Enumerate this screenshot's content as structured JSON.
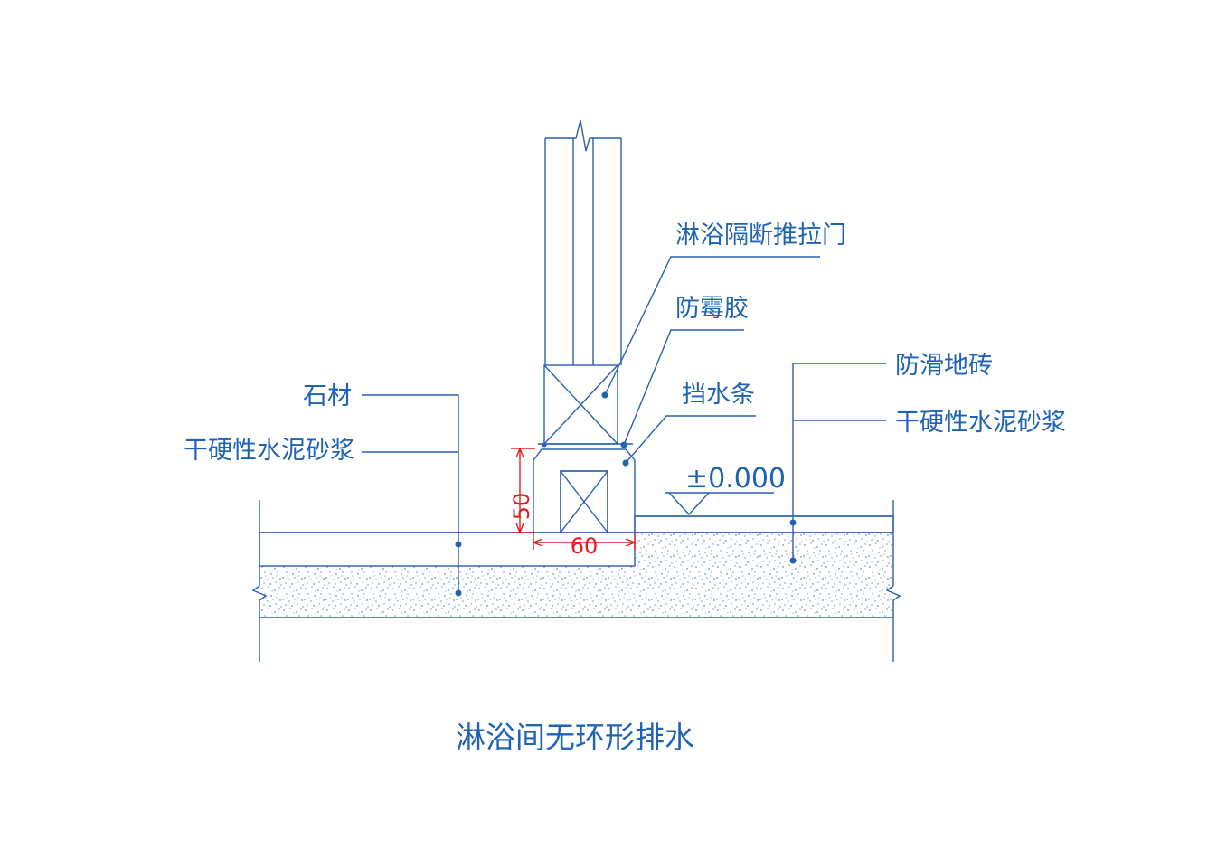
{
  "title": "淋浴间无环形排水",
  "labels": {
    "sliding_door": "淋浴隔断推拉门",
    "mildew_sealant": "防霉胶",
    "water_bar": "挡水条",
    "stone": "石材",
    "mortar_left": "干硬性水泥砂浆",
    "anti_slip_tile": "防滑地砖",
    "mortar_right": "干硬性水泥砂浆"
  },
  "elevation": "±0.000",
  "dimensions": {
    "height": "50",
    "width": "60"
  },
  "colors": {
    "line": "#2a5fb0",
    "text": "#1e63b4",
    "dimension": "#e02020"
  }
}
